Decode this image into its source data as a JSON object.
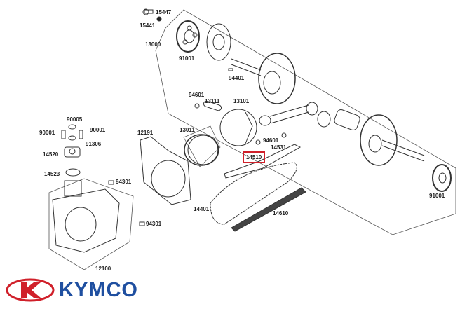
{
  "diagram": {
    "parts": [
      {
        "id": "p15447",
        "label": "15447"
      },
      {
        "id": "p15441",
        "label": "15441"
      },
      {
        "id": "p13000",
        "label": "13000"
      },
      {
        "id": "p91001a",
        "label": "91001"
      },
      {
        "id": "p94401",
        "label": "94401"
      },
      {
        "id": "p94601a",
        "label": "94601"
      },
      {
        "id": "p13111",
        "label": "13111"
      },
      {
        "id": "p13101",
        "label": "13101"
      },
      {
        "id": "p13011",
        "label": "13011"
      },
      {
        "id": "p12191",
        "label": "12191"
      },
      {
        "id": "p90005",
        "label": "90005"
      },
      {
        "id": "p90001a",
        "label": "90001"
      },
      {
        "id": "p90001b",
        "label": "90001"
      },
      {
        "id": "p91306",
        "label": "91306"
      },
      {
        "id": "p14520",
        "label": "14520"
      },
      {
        "id": "p14523",
        "label": "14523"
      },
      {
        "id": "p94301a",
        "label": "94301"
      },
      {
        "id": "p94301b",
        "label": "94301"
      },
      {
        "id": "p12100",
        "label": "12100"
      },
      {
        "id": "p94601b",
        "label": "94601"
      },
      {
        "id": "p14531",
        "label": "14531"
      },
      {
        "id": "p14510",
        "label": "14510",
        "highlighted": true
      },
      {
        "id": "p14401",
        "label": "14401"
      },
      {
        "id": "p14610",
        "label": "14610"
      },
      {
        "id": "p91001b",
        "label": "91001"
      }
    ],
    "highlight_color": "#d0202a"
  },
  "brand": {
    "name": "KYMCO",
    "color": "#1f4fa0",
    "emblem_color": "#d0202a"
  }
}
